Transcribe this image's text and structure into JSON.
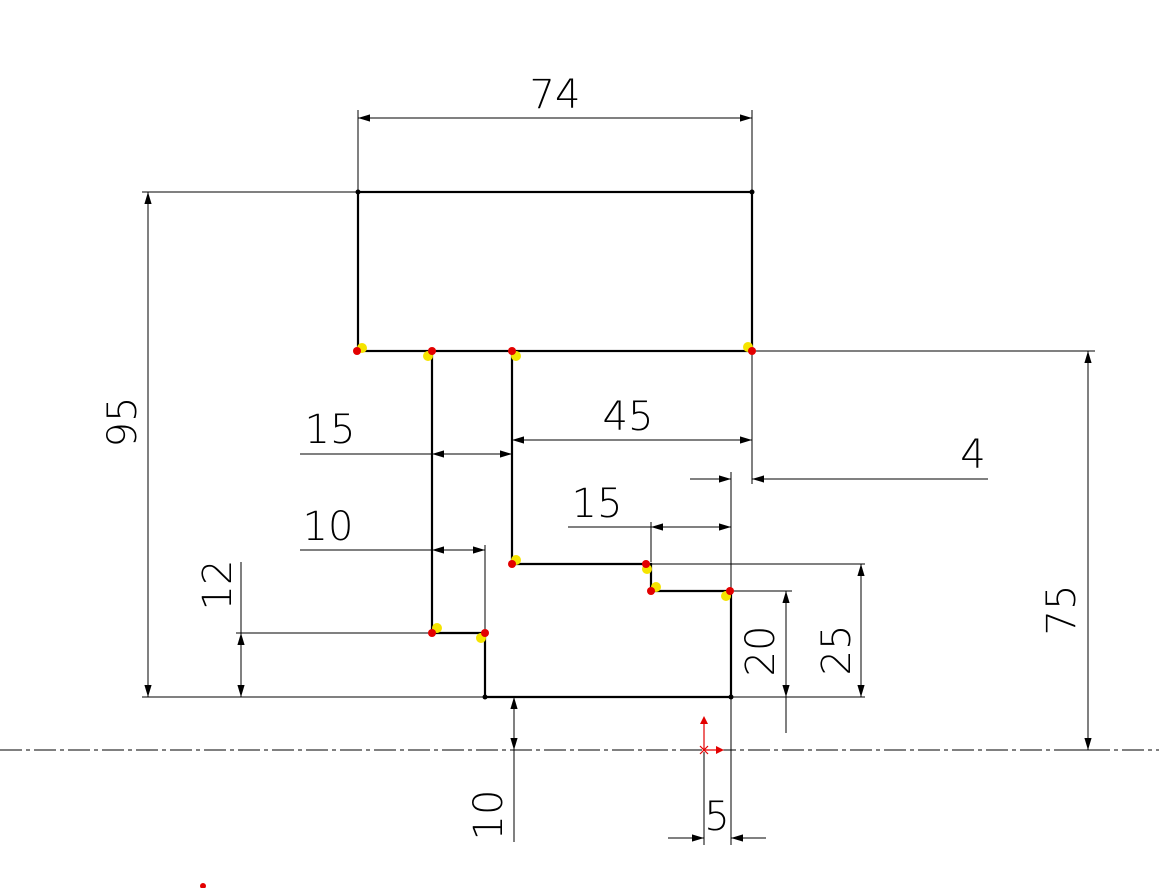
{
  "drawing": {
    "colors": {
      "geometry": "#000000",
      "background": "#ffffff",
      "constraint_point": "#e30000",
      "relation_marker": "#f5e400",
      "origin": "#e30000"
    },
    "dimensions": {
      "d74": "74",
      "d95": "95",
      "d75": "75",
      "d45": "45",
      "d15_top": "15",
      "d4": "4",
      "d15_mid": "15",
      "d10_left": "10",
      "d12": "12",
      "d20": "20",
      "d25": "25",
      "d10_bottom": "10",
      "d5": "5"
    }
  }
}
